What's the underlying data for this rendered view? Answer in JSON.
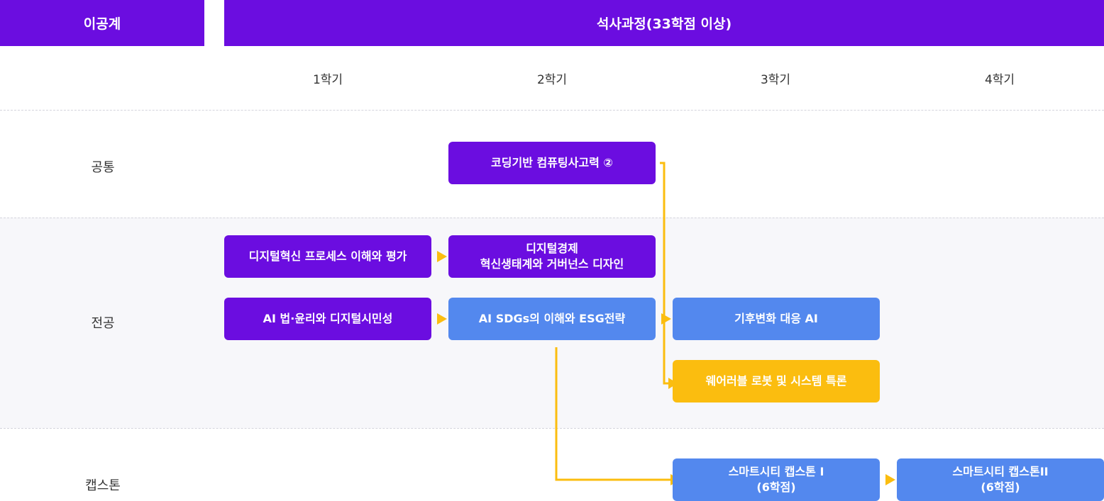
{
  "header": {
    "left_title": "이공계",
    "right_title": "석사과정(33학점 이상)"
  },
  "semesters": [
    "1학기",
    "2학기",
    "3학기",
    "4학기"
  ],
  "rows": {
    "common": "공통",
    "major": "전공",
    "capstone": "캡스톤"
  },
  "courses": {
    "coding": "코딩기반 컴퓨팅사고력 ②",
    "digital_innovation": "디지털혁신 프로세스 이해와 평가",
    "digital_economy": "디지털경제\n혁신생태계와 거버넌스 디자인",
    "ai_law": "AI 법·윤리와 디지털시민성",
    "ai_sdgs": "AI SDGs의 이해와 ESG전략",
    "climate_ai": "기후변화 대응 AI",
    "wearable": "웨어러블 로봇 및 시스템 특론",
    "capstone1": "스마트시티 캡스톤 I\n(6학점)",
    "capstone2": "스마트시티 캡스톤II\n(6학점)"
  },
  "colors": {
    "header": "#6b0de0",
    "purple": "#6b0de0",
    "blue": "#5388ee",
    "yellow": "#fbbd0f",
    "band": "#f7f7fa"
  }
}
